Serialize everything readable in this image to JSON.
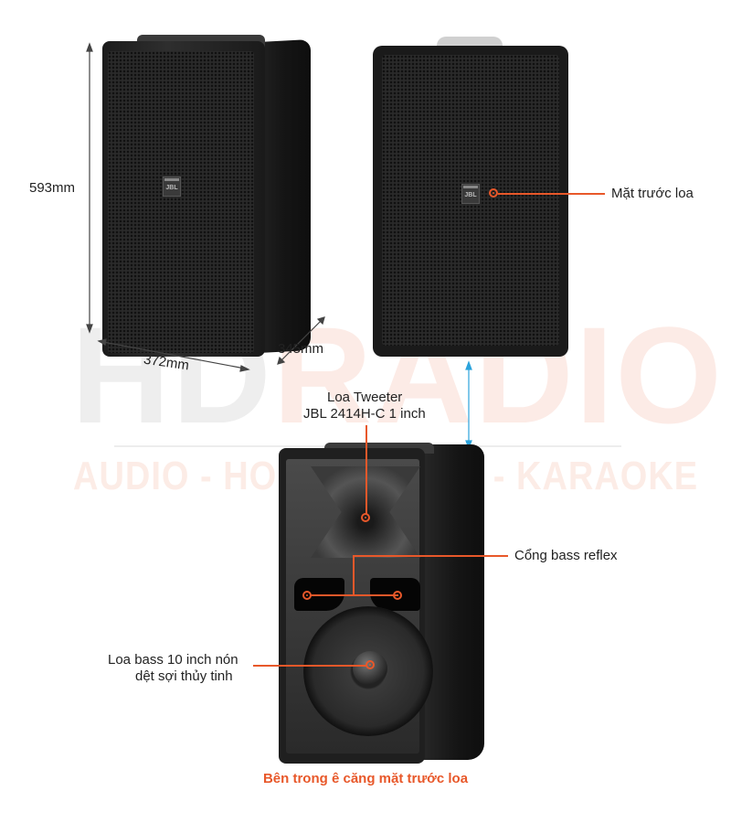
{
  "watermark": {
    "brand_left": "HD",
    "brand_right": "RADIO",
    "tagline": "AUDIO - HOME CINEMA - KARAOKE"
  },
  "dimensions": {
    "height": "593mm",
    "width": "372mm",
    "depth": "345mm"
  },
  "speaker_badge": "JBL",
  "callouts": {
    "front_face": "Mặt trước loa",
    "tweeter_line1": "Loa Tweeter",
    "tweeter_line2": "JBL 2414H-C 1 inch",
    "bass_reflex": "Cổng bass reflex",
    "woofer_line1": "Loa bass 10 inch nón",
    "woofer_line2": "dệt sợi thủy tinh"
  },
  "caption": "Bên trong ê căng mặt trước loa",
  "colors": {
    "accent_orange": "#e8582a",
    "connector_blue": "#2ba3dc"
  }
}
